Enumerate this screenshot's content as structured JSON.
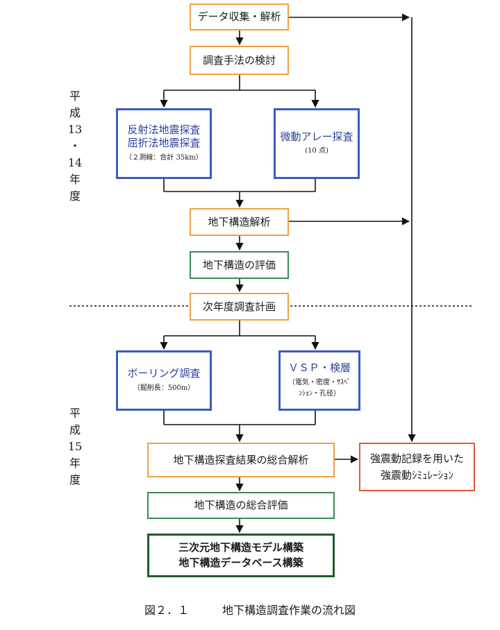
{
  "period_labels": {
    "first": [
      "平",
      "成",
      "13",
      "・",
      "14",
      "年",
      "度"
    ],
    "second": [
      "平",
      "成",
      "15",
      "年",
      "度"
    ]
  },
  "nodes": {
    "data_collection": "データ収集・解析",
    "method_review": "調査手法の検討",
    "seismic_survey": {
      "line1": "反射法地震探査",
      "line2": "屈折法地震探査",
      "note": "（２測線：合計 35km）"
    },
    "microtremor": {
      "title": "微動アレー探査",
      "note": "(10 点)"
    },
    "structure_analysis": "地下構造解析",
    "structure_evaluation": "地下構造の評価",
    "next_plan": "次年度調査計画",
    "boring": {
      "title": "ボーリング調査",
      "note": "（掘削長：500m）"
    },
    "vsp": {
      "title": "ＶＳＰ・検層",
      "note1": "（電気・密度・ｻｽﾍﾟ",
      "note2": "ﾝｼｮﾝ・孔径）"
    },
    "comprehensive_analysis": "地下構造探査結果の総合解析",
    "simulation": {
      "line1": "強震動記録を用いた",
      "line2": "強震動ｼﾐｭﾚｰｼｮﾝ"
    },
    "comprehensive_evaluation": "地下構造の総合評価",
    "final": {
      "line1": "三次元地下構造モデル構築",
      "line2": "地下構造データベース構築"
    }
  },
  "caption": "図２．１　　　地下構造調査作業の流れ図",
  "colors": {
    "orange": "#f0a040",
    "blue": "#3a5cc0",
    "green": "#3a8a55",
    "dark_green": "#1e5a2c",
    "red": "#e0583a",
    "line": "#111111"
  }
}
